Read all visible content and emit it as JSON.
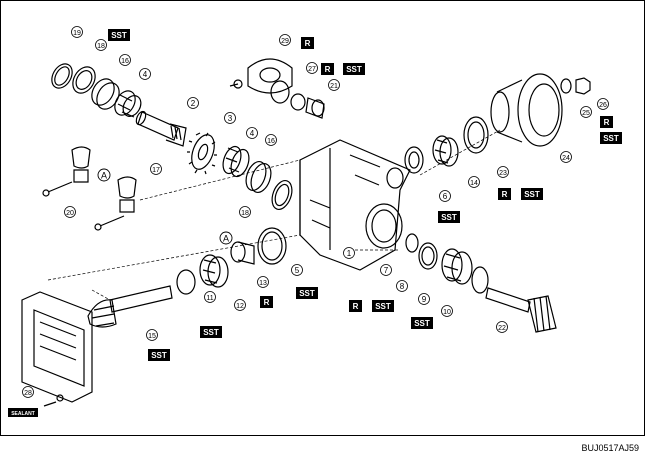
{
  "figure_code": "BUJ0517AJ59",
  "tags": {
    "sst": "SST",
    "r": "R",
    "a": "A",
    "sealant": "SEALANT"
  },
  "callouts": [
    "1",
    "2",
    "3",
    "4",
    "4",
    "5",
    "6",
    "7",
    "8",
    "9",
    "10",
    "11",
    "12",
    "13",
    "14",
    "15",
    "16",
    "16",
    "17",
    "18",
    "18",
    "19",
    "20",
    "21",
    "22",
    "23",
    "24",
    "25",
    "26",
    "27",
    "28",
    "29"
  ]
}
